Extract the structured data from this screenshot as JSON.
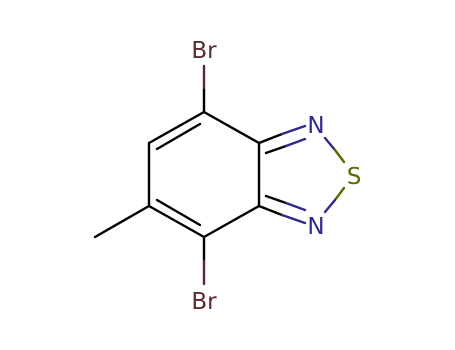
{
  "molecule": {
    "atoms": {
      "br_top": {
        "label": "Br"
      },
      "br_bottom": {
        "label": "Br"
      },
      "n_top": {
        "label": "N"
      },
      "n_bottom": {
        "label": "N"
      },
      "s": {
        "label": "S"
      }
    }
  },
  "colors": {
    "bond": "#000000",
    "bromine": "#5a2a2e",
    "nitrogen": "#2e2a8a",
    "sulfur": "#5a6a00",
    "background": "#ffffff"
  }
}
